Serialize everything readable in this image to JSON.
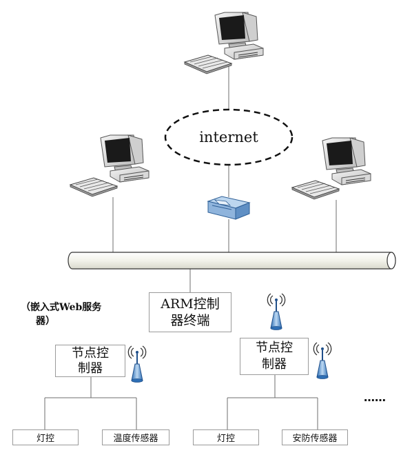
{
  "network": {
    "cloud_label": "internet"
  },
  "arm_terminal": {
    "label_line1": "ARM控制",
    "label_line2": "器终端"
  },
  "web_server_note": {
    "line1": "（嵌入式Web服务",
    "line2": "器）"
  },
  "node_left": {
    "label_line1": "节点控",
    "label_line2": "制器",
    "device_1": "灯控",
    "device_2": "温度传感器"
  },
  "node_right": {
    "label_line1": "节点控",
    "label_line2": "制器",
    "device_1": "灯控",
    "device_2": "安防传感器"
  },
  "ellipsis": "……",
  "colors": {
    "line": "#6e6e6e",
    "box_border": "#9a9a9a",
    "router": "#8fb4dc",
    "monitor_screen": "#1a1a1a"
  }
}
